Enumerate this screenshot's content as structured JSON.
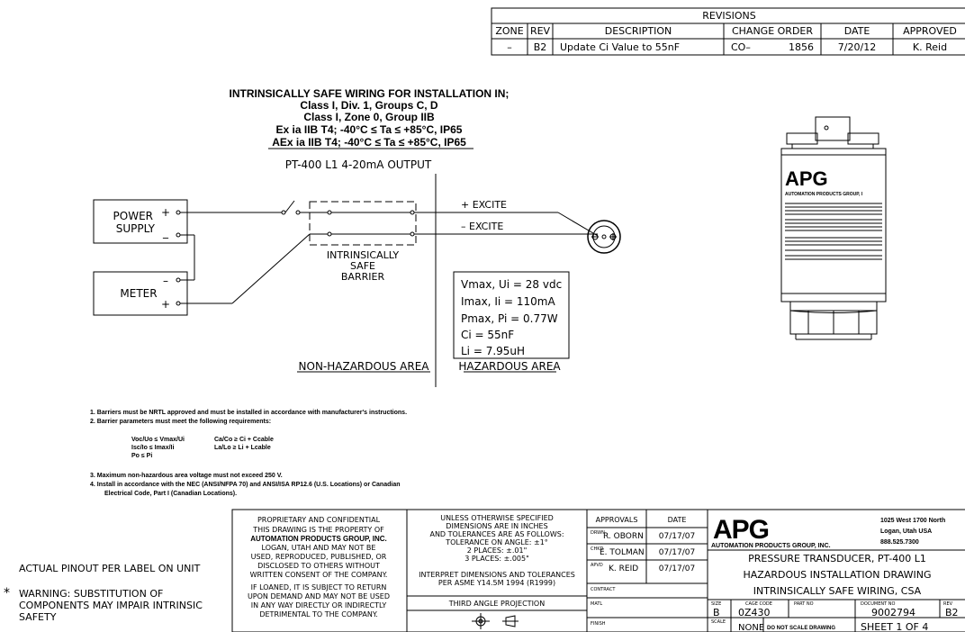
{
  "revisions": {
    "title": "REVISIONS",
    "headers": [
      "ZONE",
      "REV",
      "DESCRIPTION",
      "CHANGE ORDER",
      "DATE",
      "APPROVED"
    ],
    "row": {
      "zone": "–",
      "rev": "B2",
      "description": "Update Ci Value to 55nF",
      "change_order_prefix": "CO–",
      "change_order_number": "1856",
      "date": "7/20/12",
      "approved": "K. Reid"
    }
  },
  "title_block": {
    "heading": "INTRINSICALLY SAFE WIRING FOR INSTALLATION IN;",
    "lines": [
      "Class I, Div. 1, Groups C, D",
      "Class I, Zone 0, Group IIB",
      "Ex ia IIB T4; -40°C ≤ Ta ≤ +85°C, IP65",
      "AEx ia IIB T4; -40°C ≤ Ta ≤ +85°C, IP65"
    ],
    "output_label": "PT-400 L1 4-20mA OUTPUT"
  },
  "circuit": {
    "power_supply": [
      "POWER",
      "SUPPLY"
    ],
    "plus": "+",
    "minus": "_",
    "meter": "METER",
    "meter_minus": "–",
    "meter_plus": "+",
    "barrier": [
      "INTRINSICALLY",
      "SAFE",
      "BARRIER"
    ],
    "excite_plus": "+  EXCITE",
    "excite_minus": "–  EXCITE",
    "non_hazardous": "NON-HAZARDOUS AREA",
    "hazardous": "HAZARDOUS AREA"
  },
  "parameters": [
    "Vmax, Ui = 28 vdc",
    "Imax, Ii = 110mA",
    "Pmax, Pi = 0.77W",
    "Ci = 55nF",
    "Li = 7.95uH"
  ],
  "notes": {
    "n1": "1. Barriers must be NRTL approved and must be installed in accordance with manufacturer's instructions.",
    "n2": "2. Barrier parameters must meet the following requirements:",
    "req_left": [
      "Voc/Uo ≤ Vmax/Ui",
      "Isc/Io ≤ Imax/Ii",
      "Po ≤ Pi"
    ],
    "req_right": [
      "Ca/Co ≥ Ci + Ccable",
      "La/Lo ≥ Li + Lcable"
    ],
    "n3": "3. Maximum non-hazardous area voltage must not exceed 250 V.",
    "n4": "4. Install in accordance with the NEC (ANSI/NFPA 70) and ANSI/ISA RP12.6 (U.S. Locations) or Canadian",
    "n4b": "Electrical Code, Part I (Canadian Locations)."
  },
  "left_notes": {
    "pinout": "ACTUAL PINOUT PER LABEL ON UNIT",
    "warning_star": "*",
    "warning": [
      "WARNING: SUBSTITUTION OF",
      "COMPONENTS MAY IMPAIR INTRINSIC",
      "SAFETY"
    ]
  },
  "proprietary": {
    "title": "PROPRIETARY AND CONFIDENTIAL",
    "lines": [
      "THIS DRAWING IS THE PROPERTY OF",
      "AUTOMATION PRODUCTS GROUP, INC.",
      "LOGAN, UTAH AND MAY NOT BE",
      "USED, REPRODUCED, PUBLISHED, OR",
      "DISCLOSED TO OTHERS WITHOUT",
      "WRITTEN CONSENT OF THE COMPANY.",
      "IF LOANED, IT IS SUBJECT TO RETURN",
      "UPON DEMAND AND MAY NOT BE USED",
      "IN ANY WAY DIRECTLY OR INDIRECTLY",
      "DETRIMENTAL TO THE COMPANY."
    ]
  },
  "tolerances": {
    "lines": [
      "UNLESS OTHERWISE SPECIFIED",
      "DIMENSIONS ARE IN INCHES",
      "AND TOLERANCES ARE AS FOLLOWS:",
      "TOLERANCE ON ANGLE:      ±1°",
      "2 PLACES:      ±.01\"",
      "3 PLACES:      ±.005\"",
      "INTERPRET DIMENSIONS AND TOLERANCES",
      "PER ASME Y14.5M 1994 (R1999)"
    ],
    "projection": "THIRD ANGLE PROJECTION"
  },
  "approvals": {
    "header": "APPROVALS",
    "date_header": "DATE",
    "rows": [
      {
        "role": "DRWN",
        "name": "R. OBORN",
        "date": "07/17/07"
      },
      {
        "role": "CHKD",
        "name": "E. TOLMAN",
        "date": "07/17/07"
      },
      {
        "role": "APVD",
        "name": "K. REID",
        "date": "07/17/07"
      }
    ],
    "contract": "CONTRACT",
    "matl": "MATL",
    "finish": "FINISH"
  },
  "company": {
    "logo": "APG",
    "name": "AUTOMATION PRODUCTS GROUP, INC.",
    "address1": "1025 West 1700 North",
    "address2": "Logan, Utah USA",
    "phone": "888.525.7300",
    "title_lines": [
      "PRESSURE TRANSDUCER, PT-400 L1",
      "HAZARDOUS INSTALLATION DRAWING",
      "INTRINSICALLY SAFE WIRING, CSA"
    ],
    "size_label": "SIZE",
    "size": "B",
    "cage_label": "CAGE CODE",
    "cage": "0Z430",
    "part_label": "PART NO",
    "doc_label": "DOCUMENT NO",
    "doc": "9002794",
    "rev_label": "REV",
    "rev": "B2",
    "scale_label": "SCALE",
    "scale": "NONE",
    "no_scale": "DO NOT SCALE DRAWING",
    "sheet": "SHEET   1   OF   4"
  },
  "device_label": {
    "logo": "APG",
    "company": "AUTOMATION PRODUCTS GROUP, I"
  }
}
